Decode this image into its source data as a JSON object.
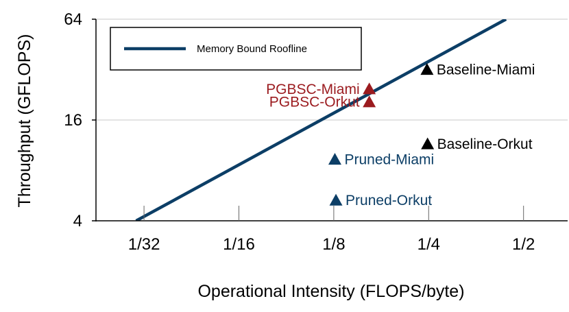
{
  "chart_data": {
    "type": "scatter",
    "x_scale": "log2",
    "y_scale": "log2",
    "xlabel": "Operational Intensity (FLOPS/byte)",
    "ylabel": "Throughput (GFLOPS)",
    "xlim": [
      0.022,
      0.69
    ],
    "ylim": [
      4,
      64
    ],
    "x_ticks": [
      {
        "value": 0.03125,
        "label": "1/32"
      },
      {
        "value": 0.0625,
        "label": "1/16"
      },
      {
        "value": 0.125,
        "label": "1/8"
      },
      {
        "value": 0.25,
        "label": "1/4"
      },
      {
        "value": 0.5,
        "label": "1/2"
      }
    ],
    "y_ticks": [
      {
        "value": 4,
        "label": "4"
      },
      {
        "value": 16,
        "label": "16"
      },
      {
        "value": 64,
        "label": "64"
      }
    ],
    "grid": "horizontal",
    "legend": {
      "placement": "top-left",
      "entries": [
        {
          "name": "Memory Bound Roofline",
          "color": "#0c3e66"
        }
      ]
    },
    "roofline": {
      "name": "Memory Bound Roofline",
      "color": "#0c3e66",
      "points": [
        [
          0.0295,
          4
        ],
        [
          0.44,
          64
        ]
      ]
    },
    "points": [
      {
        "label": "PGBSC-Miami",
        "x": 0.162,
        "y": 24.5,
        "color": "#9b1b1f",
        "label_side": "left"
      },
      {
        "label": "PGBSC-Orkut",
        "x": 0.162,
        "y": 20.5,
        "color": "#9b1b1f",
        "label_side": "left"
      },
      {
        "label": "Baseline-Miami",
        "x": 0.247,
        "y": 32,
        "color": "#000000",
        "label_side": "right"
      },
      {
        "label": "Baseline-Orkut",
        "x": 0.248,
        "y": 11.5,
        "color": "#000000",
        "label_side": "right"
      },
      {
        "label": "Pruned-Miami",
        "x": 0.126,
        "y": 9.3,
        "color": "#0c3e66",
        "label_side": "right"
      },
      {
        "label": "Pruned-Orkut",
        "x": 0.127,
        "y": 5.3,
        "color": "#0c3e66",
        "label_side": "right"
      }
    ]
  }
}
